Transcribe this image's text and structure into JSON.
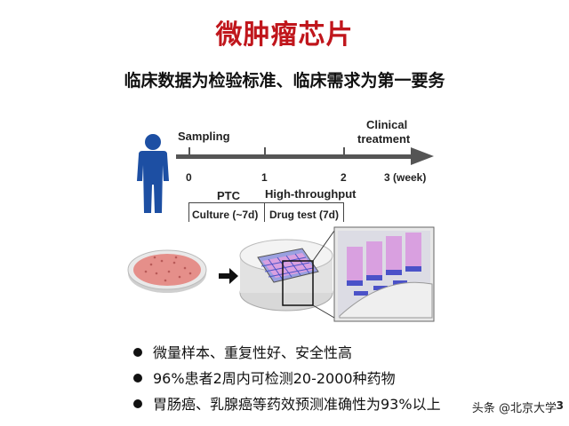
{
  "slide": {
    "title": "微肿瘤芯片",
    "subtitle": "临床数据为检验标准、临床需求为第一要务",
    "timeline": {
      "sampling_label": "Sampling",
      "clinical_label_1": "Clinical",
      "clinical_label_2": "treatment",
      "ticks": [
        "0",
        "1",
        "2",
        "3 (week)"
      ],
      "ptc_label": "PTC",
      "high_throughput_label": "High-throughput",
      "culture_label": "Culture (~7d)",
      "drug_test_label": "Drug test (7d)"
    },
    "bullets": [
      "微量样本、重复性好、安全性高",
      "96%患者2周内可检测20-2000种药物",
      "胃肠癌、乳腺癌等药效预测准确性为93%以上"
    ],
    "watermark": "头条 @北京大学",
    "page_number": "3",
    "colors": {
      "title": "#c0161c",
      "person": "#1d4fa3",
      "axis": "#555555",
      "dish": "#e58f8a",
      "chip_pink": "#d9a0e0",
      "chip_blue": "#4b52c8"
    },
    "icons": {
      "person": "person-icon",
      "arrow": "right-arrow-icon",
      "dish": "petri-dish-icon",
      "chip": "tumor-chip-icon"
    }
  }
}
